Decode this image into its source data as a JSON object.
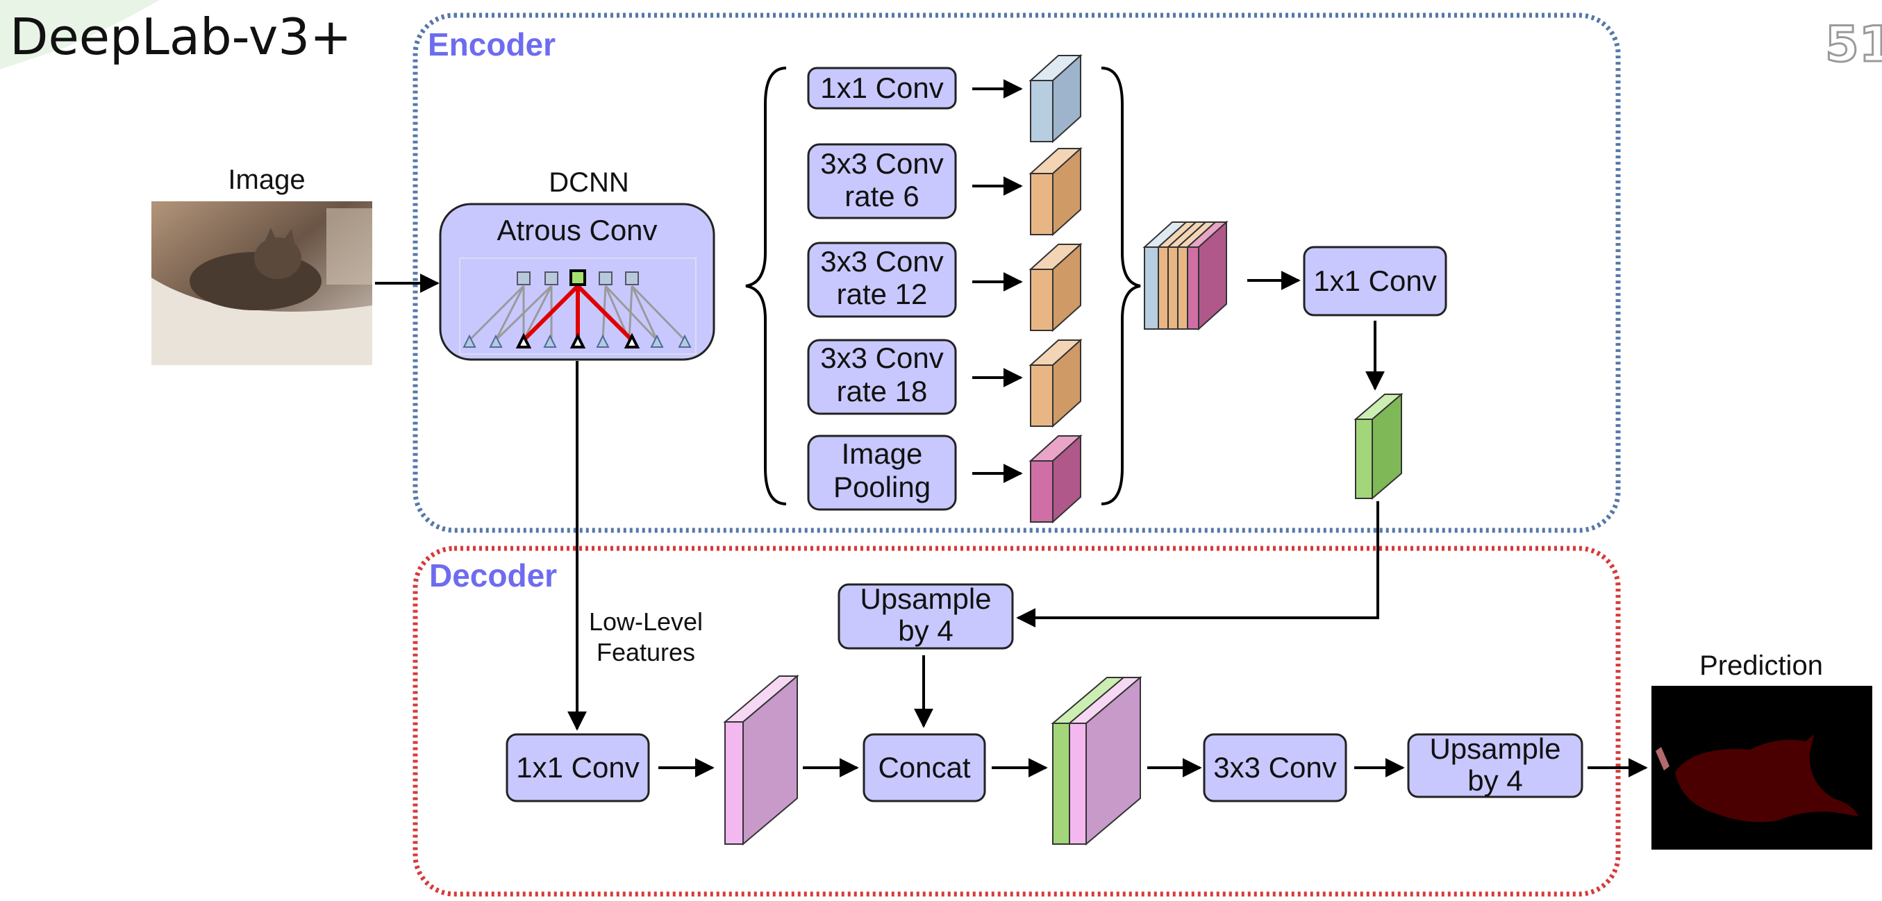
{
  "title": "DeepLab-v3+",
  "watermark": "51",
  "sections": {
    "encoder": "Encoder",
    "decoder": "Decoder"
  },
  "labels": {
    "image": "Image",
    "dcnn": "DCNN",
    "prediction": "Prediction",
    "low_level_1": "Low-Level",
    "low_level_2": "Features"
  },
  "boxes": {
    "atrous_conv": "Atrous Conv",
    "aspp_1x1": "1x1 Conv",
    "aspp_rate6_l1": "3x3 Conv",
    "aspp_rate6_l2": "rate 6",
    "aspp_rate12_l1": "3x3 Conv",
    "aspp_rate12_l2": "rate 12",
    "aspp_rate18_l1": "3x3 Conv",
    "aspp_rate18_l2": "rate 18",
    "pooling_l1": "Image",
    "pooling_l2": "Pooling",
    "enc_1x1": "1x1 Conv",
    "upsample1_l1": "Upsample",
    "upsample1_l2": "by 4",
    "dec_1x1": "1x1 Conv",
    "concat": "Concat",
    "dec_3x3": "3x3 Conv",
    "upsample2_l1": "Upsample",
    "upsample2_l2": "by 4"
  },
  "colors": {
    "encoder_border": "#5577aa",
    "decoder_border": "#d63a3a",
    "box_fill": "#c8c8ff",
    "section_text": "#6d6cf0",
    "feature_blue": "#b7cde0",
    "feature_orange": "#e8b684",
    "feature_pink": "#cf6fa6",
    "feature_green": "#a3d67a",
    "feature_lilac": "#cfa0d4",
    "feature_lightpink": "#f4b8f0"
  }
}
